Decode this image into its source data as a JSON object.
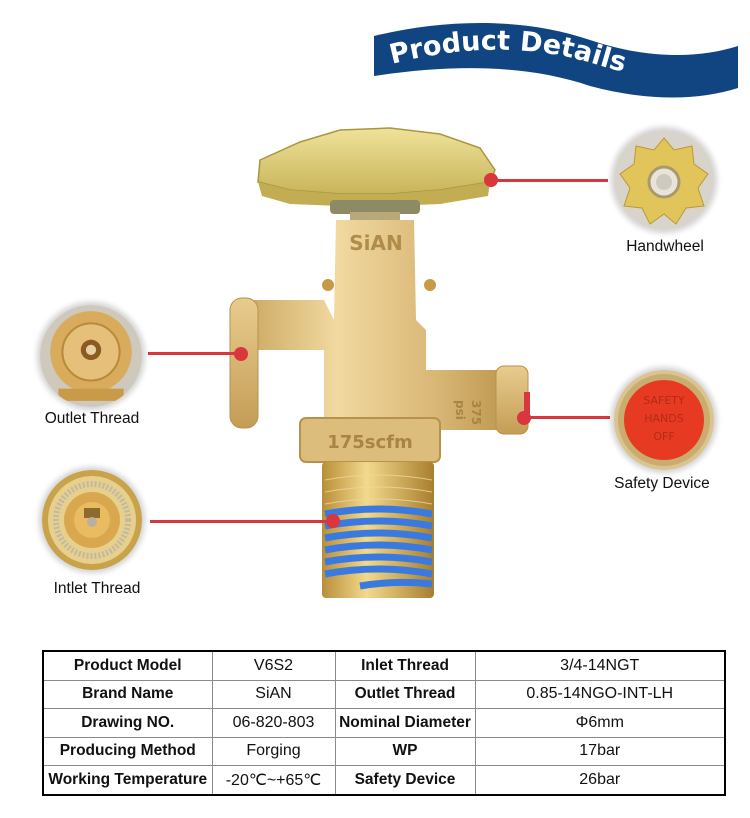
{
  "banner": {
    "title": "Product Details",
    "color": "#104582"
  },
  "callouts": {
    "handwheel": {
      "label": "Handwheel",
      "icon": "handwheel-icon"
    },
    "outlet_thread": {
      "label": "Outlet Thread",
      "icon": "outlet-thread-icon"
    },
    "safety_device": {
      "label": "Safety Device",
      "icon": "safety-device-icon",
      "cap_text": [
        "SAFETY",
        "HANDS",
        "OFF"
      ]
    },
    "inlet_thread": {
      "label": "Intlet Thread",
      "icon": "inlet-thread-icon"
    },
    "line_color": "#d9363e"
  },
  "product_image": {
    "brand_emboss": "SiAN",
    "flow_emboss": "175scfm",
    "pressure_emboss": [
      "375",
      "psi"
    ]
  },
  "spec_table": {
    "rows": [
      {
        "k1": "Product Model",
        "v1": "V6S2",
        "k2": "Inlet Thread",
        "v2": "3/4-14NGT"
      },
      {
        "k1": "Brand Name",
        "v1": "SiAN",
        "k2": "Outlet Thread",
        "v2": "0.85-14NGO-INT-LH"
      },
      {
        "k1": "Drawing NO.",
        "v1": "06-820-803",
        "k2": "Nominal Diameter",
        "v2": "Φ6mm"
      },
      {
        "k1": "Producing Method",
        "v1": "Forging",
        "k2": "WP",
        "v2": "17bar"
      },
      {
        "k1": "Working Temperature",
        "v1": "-20℃~+65℃",
        "k2": "Safety Device",
        "v2": "26bar"
      }
    ]
  }
}
